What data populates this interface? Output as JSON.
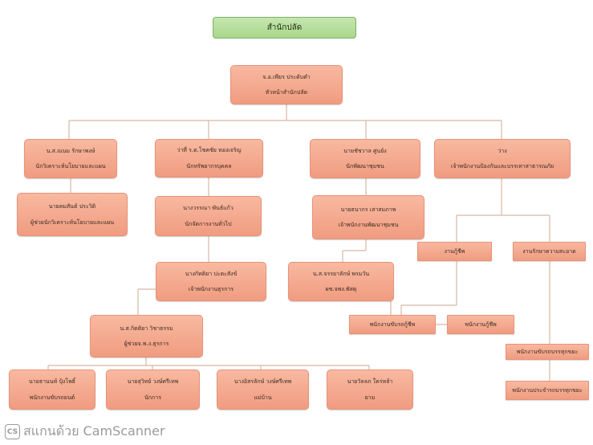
{
  "title": "สำนักปลัด",
  "head": {
    "name": "จ.อ.เพียร ประดับคำ",
    "position": "หัวหน้าสำนักปลัด"
  },
  "col1": [
    {
      "name": "น.ส.ณนม รักษาพงษ์",
      "position": "นักวิเคราะห์นโยบายและแผน"
    },
    {
      "name": "นายคมสันต์ ประวิติ",
      "position": "ผู้ช่วยนักวิเคราะห์นโยบายและแผน"
    }
  ],
  "col2": [
    {
      "name": "ว่าที่ ร.ต.โชคชัย ทองเจริญ",
      "position": "นักทรัพยากรบุคคล"
    },
    {
      "name": "นางวรรณา พันธ์แก้ว",
      "position": "นักจัดการงานทั่วไป"
    },
    {
      "name": "นางกัทติยา ปะตะสังข์",
      "position": "เจ้าพนักงานธุรการ"
    },
    {
      "name": "น.ส.กิตติยา วิชาธรรม",
      "position": "ผู้ช่วยจ.พ.ง.ธุรการ"
    }
  ],
  "bottom": [
    {
      "name": "นายธานนท์ ปุ้งโพธิ์",
      "position": "พนักงานขับรถยนต์"
    },
    {
      "name": "นายสุวิทย์ วงษ์ศรีเทพ",
      "position": "นักการ"
    },
    {
      "name": "นางอิสรลักษ์ วงษ์ศรีเทพ",
      "position": "แม่บ้าน"
    },
    {
      "name": "นายวัลลภ ใคร่หล้า",
      "position": "ยาม"
    }
  ],
  "col3": [
    {
      "name": "นายชัชวาล ศูนย์ง",
      "position": "นักพัฒนาชุมชน"
    },
    {
      "name": "นายธนากร เสาสมภาพ",
      "position": "เจ้าพนักงานพัฒนาชุมชน"
    },
    {
      "name": "น.ส.จรรยาลักษ์ พรมวัน",
      "position": "ผช.จพง.พัสดุ"
    }
  ],
  "col4": {
    "name": "ว่าง",
    "position": "เจ้าพนักงานป้องกันและบรรเทาสาธารณภัย"
  },
  "small": {
    "rescue": "งานกู้ชีพ",
    "clean": "งานรักษาความสะอาด",
    "rescue_driver": "พนักงานขับรถกู้ชีพ",
    "rescue_staff": "พนักงานกู้ชีพ",
    "garbage_driver": "พนักงานขับรถบรรทุกขยะ",
    "garbage_staff": "พนักงานประจำรถบรรทุกขยะ"
  },
  "footer": {
    "logo": "CS",
    "text": "สแกนด้วย CamScanner"
  }
}
